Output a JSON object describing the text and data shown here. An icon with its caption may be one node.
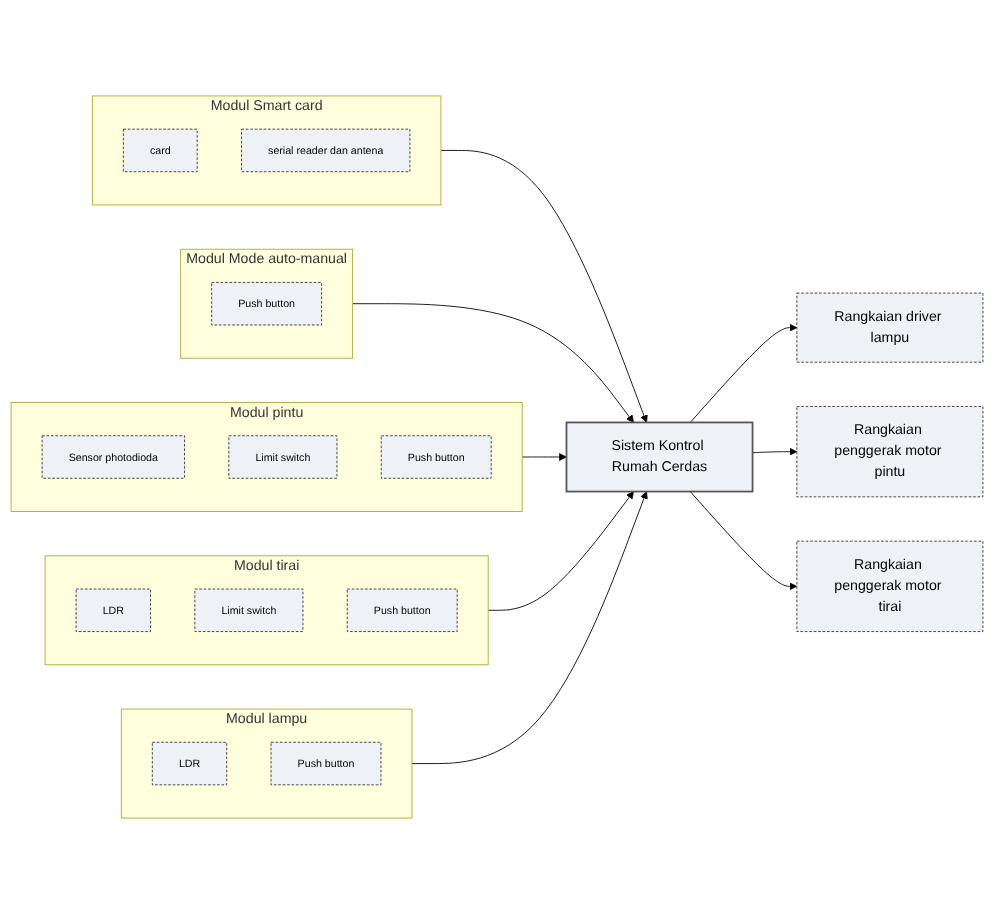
{
  "diagram": {
    "nodes": [
      {
        "text": [
          "Modul Smart card"
        ]
      },
      {
        "text": [
          "card"
        ],
        "in": 0
      },
      {
        "text": [
          "serial reader dan antena"
        ],
        "in": 0
      },
      {
        "text": [
          "Modul Mode auto-manual"
        ]
      },
      {
        "text": [
          "Push button"
        ],
        "in": 3
      },
      {
        "text": [
          "Modul pintu"
        ]
      },
      {
        "text": [
          "Sensor photodioda"
        ],
        "in": 5
      },
      {
        "text": [
          "Limit switch"
        ],
        "in": 5
      },
      {
        "text": [
          "Push button"
        ],
        "in": 5
      },
      {
        "text": [
          "Sistem Kontrol Rumah Cerdas"
        ]
      },
      {
        "text": [
          "Rangkaian driver lampu"
        ]
      },
      {
        "text": [
          "Rangkaian penggerak motor pintu"
        ]
      },
      {
        "text": [
          "Modul tirai"
        ]
      },
      {
        "text": [
          "LDR"
        ],
        "in": 12
      },
      {
        "text": [
          "Limit switch"
        ],
        "in": 12
      },
      {
        "text": [
          "Push button"
        ],
        "in": 12
      },
      {
        "text": [
          "Rangkaian penggerak motor tirai"
        ]
      },
      {
        "text": [
          "Modul lampu"
        ]
      },
      {
        "text": [
          "LDR"
        ],
        "in": 17
      },
      {
        "text": [
          "Push button"
        ],
        "in": 17
      }
    ],
    "edges": [
      {
        "from": 0,
        "to": 9,
        "arrow": "to"
      },
      {
        "from": 3,
        "to": 9,
        "arrow": "to"
      },
      {
        "from": 5,
        "to": 9,
        "arrow": "to"
      },
      {
        "from": 12,
        "to": 9,
        "arrow": "to"
      },
      {
        "from": 17,
        "to": 9,
        "arrow": "to"
      },
      {
        "from": 9,
        "to": 10,
        "arrow": "to"
      },
      {
        "from": 9,
        "to": 11,
        "arrow": "to"
      },
      {
        "from": 9,
        "to": 16,
        "arrow": "to"
      }
    ]
  }
}
